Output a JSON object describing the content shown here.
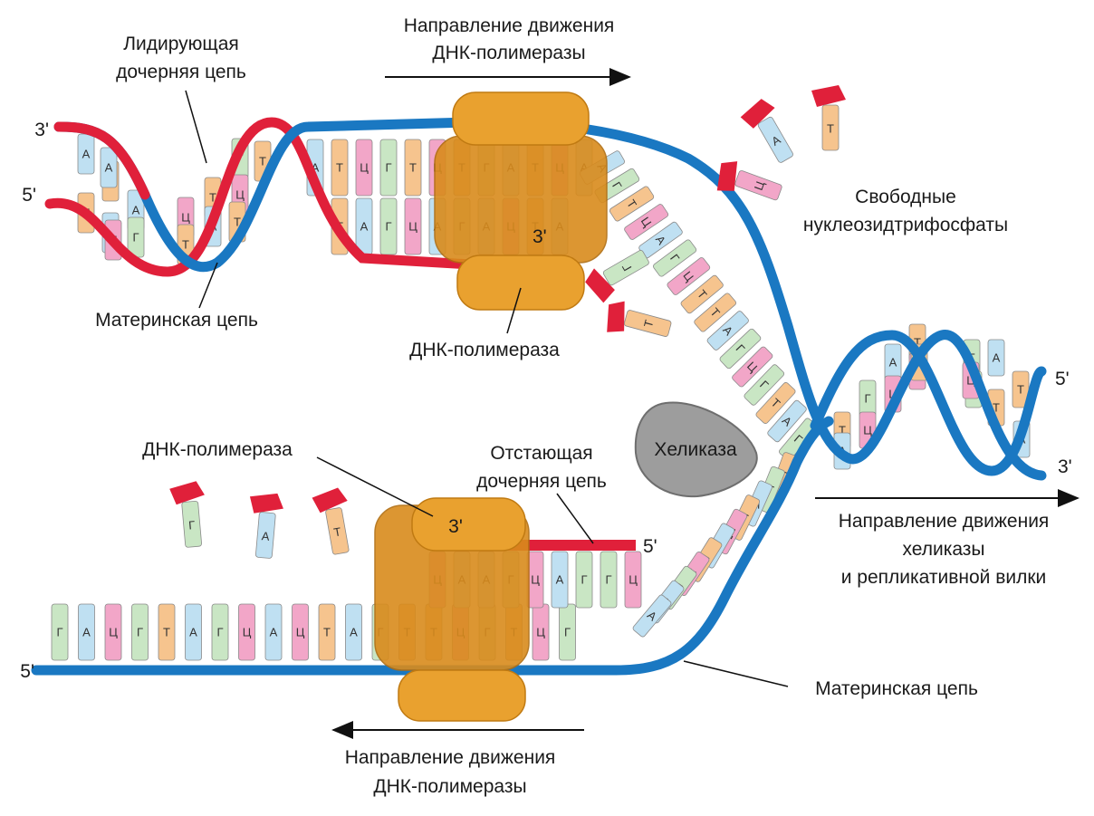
{
  "labels": {
    "top_direction_line1": "Направление движения",
    "top_direction_line2": "ДНК-полимеразы",
    "leading_line1": "Лидирующая",
    "leading_line2": "дочерняя цепь",
    "maternal_top": "Материнская цепь",
    "polymerase_top": "ДНК-полимераза",
    "free_line1": "Свободные",
    "free_line2": "нуклеозидтрифосфаты",
    "helicase": "Хеликаза",
    "polymerase_bottom": "ДНК-полимераза",
    "lagging_line1": "Отстающая",
    "lagging_line2": "дочерняя цепь",
    "helicase_dir_line1": "Направление движения",
    "helicase_dir_line2": "хеликазы",
    "helicase_dir_line3": "и репликативной вилки",
    "maternal_bottom": "Материнская цепь",
    "bottom_direction_line1": "Направление движения",
    "bottom_direction_line2": "ДНК-полимеразы"
  },
  "ends": {
    "top_left_3": "3'",
    "top_left_5": "5'",
    "top_poly_3": "3'",
    "right_5": "5'",
    "right_3": "3'",
    "lag_poly_3": "3'",
    "lag_5": "5'",
    "bottom_left_5": "5'"
  },
  "bases": {
    "left_helix": [
      "А",
      "Т",
      "Т",
      "А",
      "А",
      "Г",
      "Ц",
      "Т",
      "Т",
      "А",
      "Г",
      "Ц",
      "Т",
      "А",
      "Ц",
      "Т"
    ],
    "top_duplex_upper": [
      "А",
      "Т",
      "Ц",
      "Г",
      "Т",
      "Ц",
      "Т",
      "Г",
      "А",
      "Т",
      "Ц",
      "А"
    ],
    "top_duplex_lower": [
      "Т",
      "А",
      "Г",
      "Ц",
      "А",
      "Г",
      "А",
      "Ц",
      "Т",
      "А"
    ],
    "fork_upper": [
      "А",
      "Г",
      "Т",
      "Ц",
      "А",
      "Г",
      "Ц",
      "Т",
      "Т",
      "А",
      "Г",
      "Ц",
      "Г",
      "Т",
      "А",
      "Г"
    ],
    "fork_lower": [
      "Т",
      "Г",
      "А",
      "Т",
      "Ц",
      "А",
      "Т",
      "Ц",
      "Г",
      "А",
      "А"
    ],
    "right_helix": [
      "Т",
      "А",
      "Г",
      "Ц",
      "А",
      "Ц",
      "Т",
      "Ц",
      "Г",
      "Г",
      "А",
      "Т",
      "Т",
      "А",
      "Ц",
      "Т"
    ],
    "bottom_strand": [
      "Г",
      "А",
      "Ц",
      "Г",
      "Т",
      "А",
      "Г",
      "Ц",
      "А",
      "Ц",
      "Т",
      "А",
      "Г",
      "Т",
      "Т",
      "Ц",
      "Г",
      "Т",
      "Ц",
      "Г"
    ],
    "lagging_strand": [
      "Ц",
      "А",
      "А",
      "Г",
      "Ц",
      "А",
      "Г",
      "Г",
      "Ц"
    ],
    "free_top": [
      "А",
      "Т",
      "Ц",
      "Г",
      "Т"
    ],
    "free_bottom": [
      "Г",
      "А",
      "Т"
    ]
  },
  "colors": {
    "maternal_strand": "#1a78c2",
    "daughter_strand": "#e0203a",
    "polymerase": "#e9a12f",
    "helicase": "#9d9d9d",
    "base_A": "#bfe0f2",
    "base_T": "#f6c48e",
    "base_G": "#c9e6c4",
    "base_C": "#f2a6c8",
    "triphosphate": "#e0203a"
  }
}
